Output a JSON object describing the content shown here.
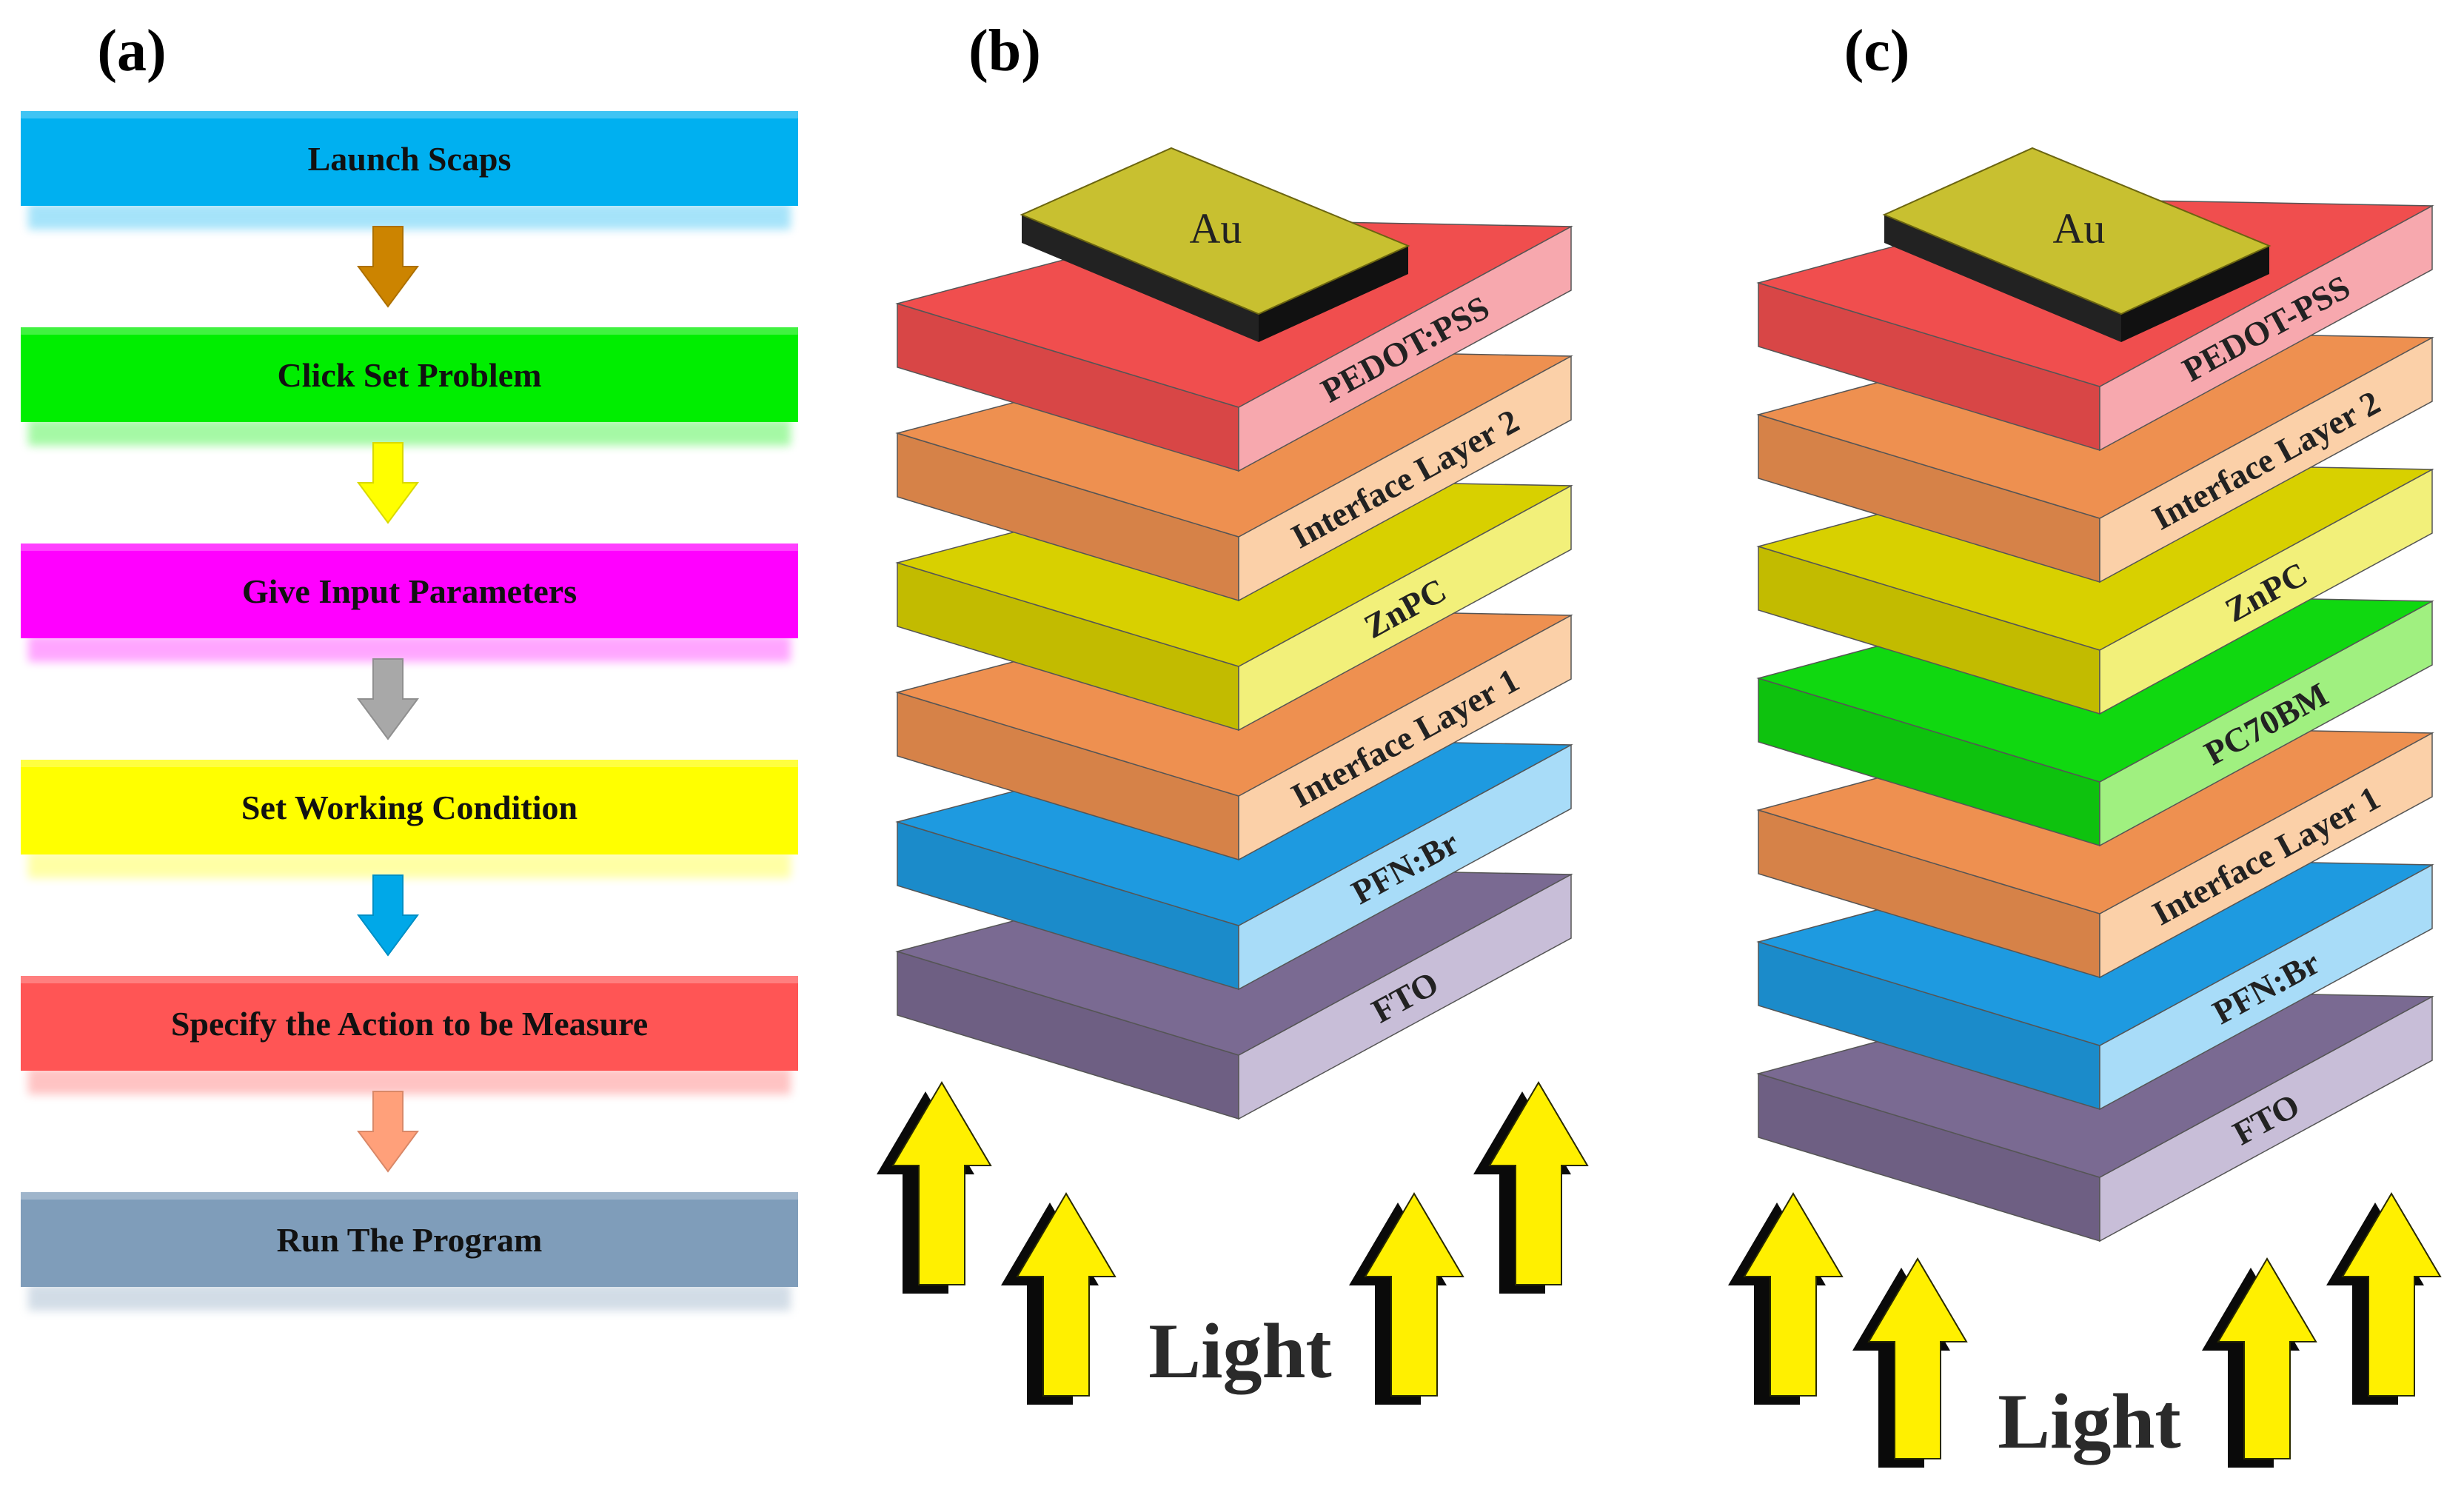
{
  "panels": {
    "a": {
      "label": "(a)",
      "steps": [
        {
          "text": "Launch Scaps",
          "color": "#00B0F0",
          "arrow_color": "#CC8400"
        },
        {
          "text": "Click Set Problem",
          "color": "#00EE00",
          "arrow_color": "#FFFF00"
        },
        {
          "text": "Give Input Parameters",
          "color": "#FF00FF",
          "arrow_color": "#A8A8A8"
        },
        {
          "text": "Set Working Condition",
          "color": "#FFFF00",
          "arrow_color": "#00A8E8"
        },
        {
          "text": "Specify the Action to be Measure",
          "color": "#FF5555",
          "arrow_color": "#FFA07A"
        },
        {
          "text": "Run The Program",
          "color": "#7F9DBA",
          "arrow_color": null
        }
      ]
    },
    "b": {
      "label": "(b)",
      "electrode": "Au",
      "light_label": "Light",
      "layers_top_to_bottom": [
        {
          "name": "PEDOT:PSS",
          "color": "#F04E4E",
          "front_color": "#F7A8AE"
        },
        {
          "name": "Interface Layer 2",
          "color": "#EE9050",
          "front_color": "#FBD0A8"
        },
        {
          "name": "ZnPC",
          "color": "#D8D000",
          "front_color": "#F2F07A"
        },
        {
          "name": "Interface Layer 1",
          "color": "#EE9050",
          "front_color": "#FBD0A8"
        },
        {
          "name": "PFN:Br",
          "color": "#1E9AE0",
          "front_color": "#A8DCF8"
        },
        {
          "name": "FTO",
          "color": "#7A6A92",
          "front_color": "#C8BED8"
        }
      ]
    },
    "c": {
      "label": "(c)",
      "electrode": "Au",
      "light_label": "Light",
      "layers_top_to_bottom": [
        {
          "name": "PEDOT-PSS",
          "color": "#F04E4E",
          "front_color": "#F7A8AE"
        },
        {
          "name": "Interface Layer 2",
          "color": "#EE9050",
          "front_color": "#FBD0A8"
        },
        {
          "name": "ZnPC",
          "color": "#D8D000",
          "front_color": "#F2F07A"
        },
        {
          "name": "PC70BM",
          "color": "#10D810",
          "front_color": "#A0F080"
        },
        {
          "name": "Interface Layer 1",
          "color": "#EE9050",
          "front_color": "#FBD0A8"
        },
        {
          "name": "PFN:Br",
          "color": "#1E9AE0",
          "front_color": "#A8DCF8"
        },
        {
          "name": "FTO",
          "color": "#7A6A92",
          "front_color": "#C8BED8"
        }
      ]
    }
  }
}
